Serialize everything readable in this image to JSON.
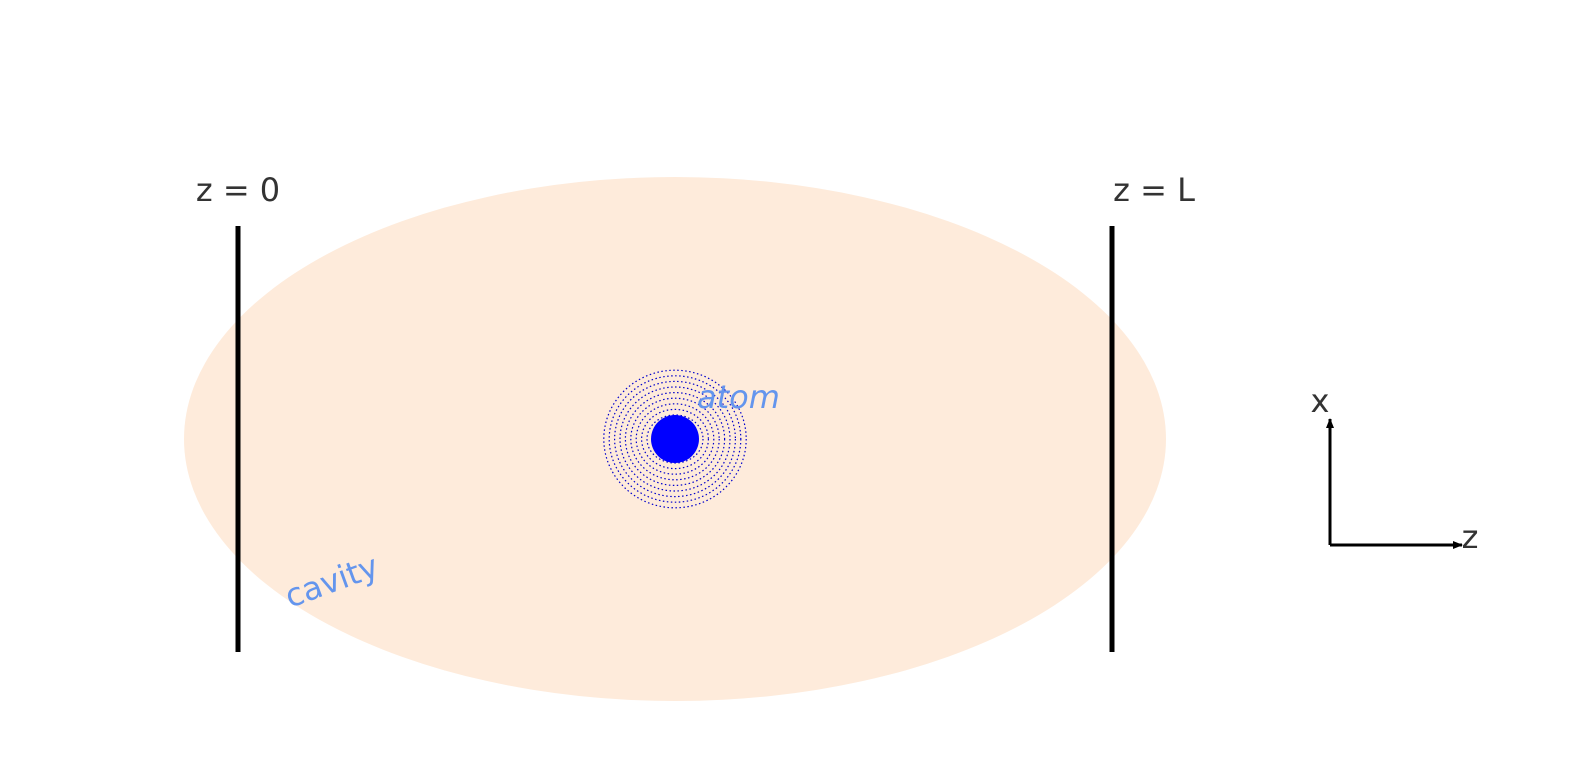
{
  "labels": {
    "left_mirror": "z = 0",
    "right_mirror": "z = L",
    "atom": "atom",
    "cavity": "cavity",
    "axis_x": "x",
    "axis_z": "z"
  },
  "colors": {
    "cavity_fill": "#feebdb",
    "mirror": "#000000",
    "atom_fill": "#0000ff",
    "atom_rings": "#0000cc",
    "label_dark": "#333333",
    "label_blue": "#6495ed",
    "axis": "#000000"
  }
}
